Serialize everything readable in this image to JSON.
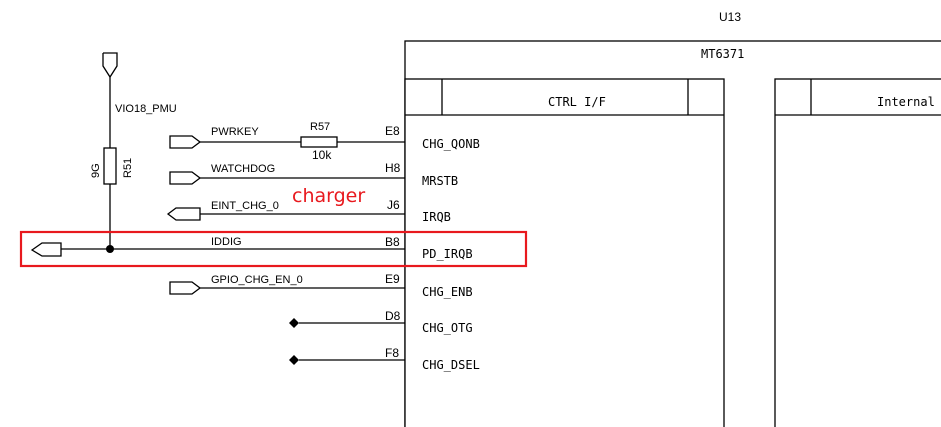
{
  "component": {
    "ref": "U13",
    "part": "MT6371",
    "blocks": [
      "CTRL I/F",
      "Internal"
    ]
  },
  "power": {
    "rail": "VIO18_PMU"
  },
  "resistor_pullup": {
    "ref": "R51",
    "side_label": "9G"
  },
  "resistor_series": {
    "ref": "R57",
    "value": "10k"
  },
  "nets": [
    {
      "net": "PWRKEY",
      "ball": "E8",
      "pin": "CHG_QONB"
    },
    {
      "net": "WATCHDOG",
      "ball": "H8",
      "pin": "MRSTB"
    },
    {
      "net": "EINT_CHG_0",
      "ball": "J6",
      "pin": "IRQB"
    },
    {
      "net": "IDDIG",
      "ball": "B8",
      "pin": "PD_IRQB"
    },
    {
      "net": "GPIO_CHG_EN_0",
      "ball": "E9",
      "pin": "CHG_ENB"
    },
    {
      "net": "",
      "ball": "D8",
      "pin": "CHG_OTG"
    },
    {
      "net": "",
      "ball": "F8",
      "pin": "CHG_DSEL"
    }
  ],
  "annotation": {
    "text": "charger",
    "color": "#e8191e"
  },
  "highlight": {
    "color": "#e8191e"
  }
}
